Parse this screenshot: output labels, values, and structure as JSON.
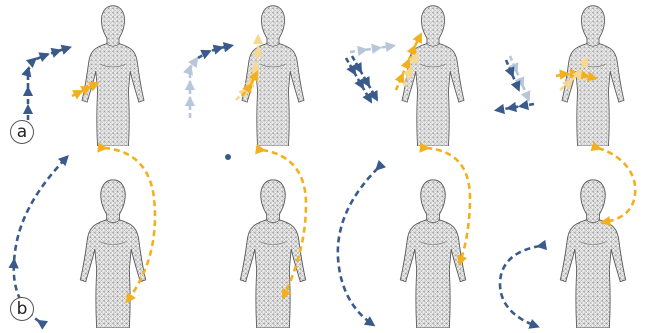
{
  "figure": {
    "row_labels": [
      "a",
      "b"
    ],
    "colors": {
      "left_hand_track": "#3a5a8c",
      "left_hand_faded": "#b8c6da",
      "right_hand_track": "#f2b01e",
      "right_hand_faded": "#f7d891",
      "mesh_line": "#6e6e6e",
      "mesh_fill": "#f4f4f4"
    },
    "panel_count_per_row": 4,
    "icons": [
      "human-mesh-figure",
      "arrow-track"
    ]
  }
}
